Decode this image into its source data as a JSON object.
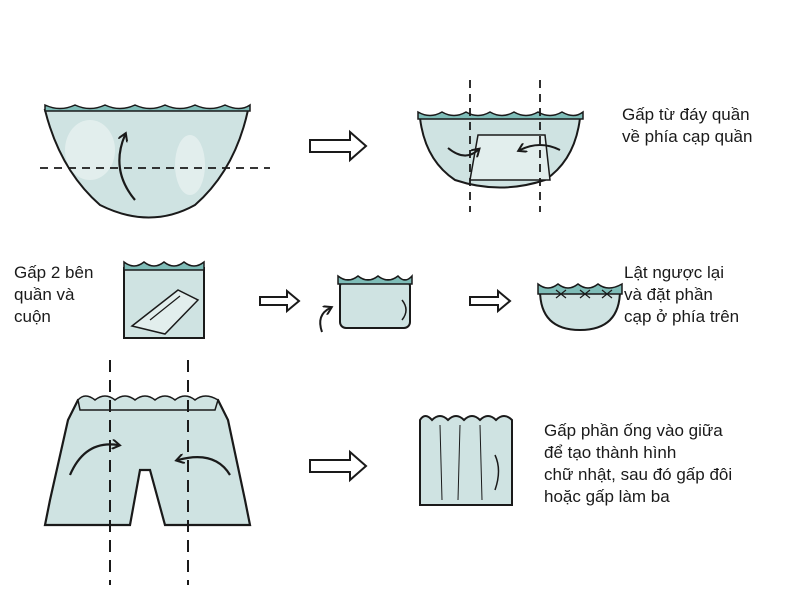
{
  "colors": {
    "fabric": "#cfe3e2",
    "fabric_light": "#e2eeed",
    "lace": "#7fbdb8",
    "ink": "#1a1a1a"
  },
  "icons": [
    "arrow-right-icon",
    "curved-arrow-icon",
    "dashed-fold-line"
  ],
  "captions": {
    "step1": {
      "line1": "Gấp từ đáy quần",
      "line2": "về phía cạp quần"
    },
    "step2": {
      "line1": "Gấp 2 bên",
      "line2": " quần và",
      "line3": "cuộn"
    },
    "step3": {
      "line1": "Lật ngược lại",
      "line2": " và đặt phần",
      "line3": "cạp ở  phía trên"
    },
    "step4": {
      "line1": "Gấp phần ống vào giữa",
      "line2": "để tạo thành hình",
      "line3": "chữ nhật, sau đó gấp đôi",
      "line4": "hoặc gấp làm ba"
    }
  }
}
